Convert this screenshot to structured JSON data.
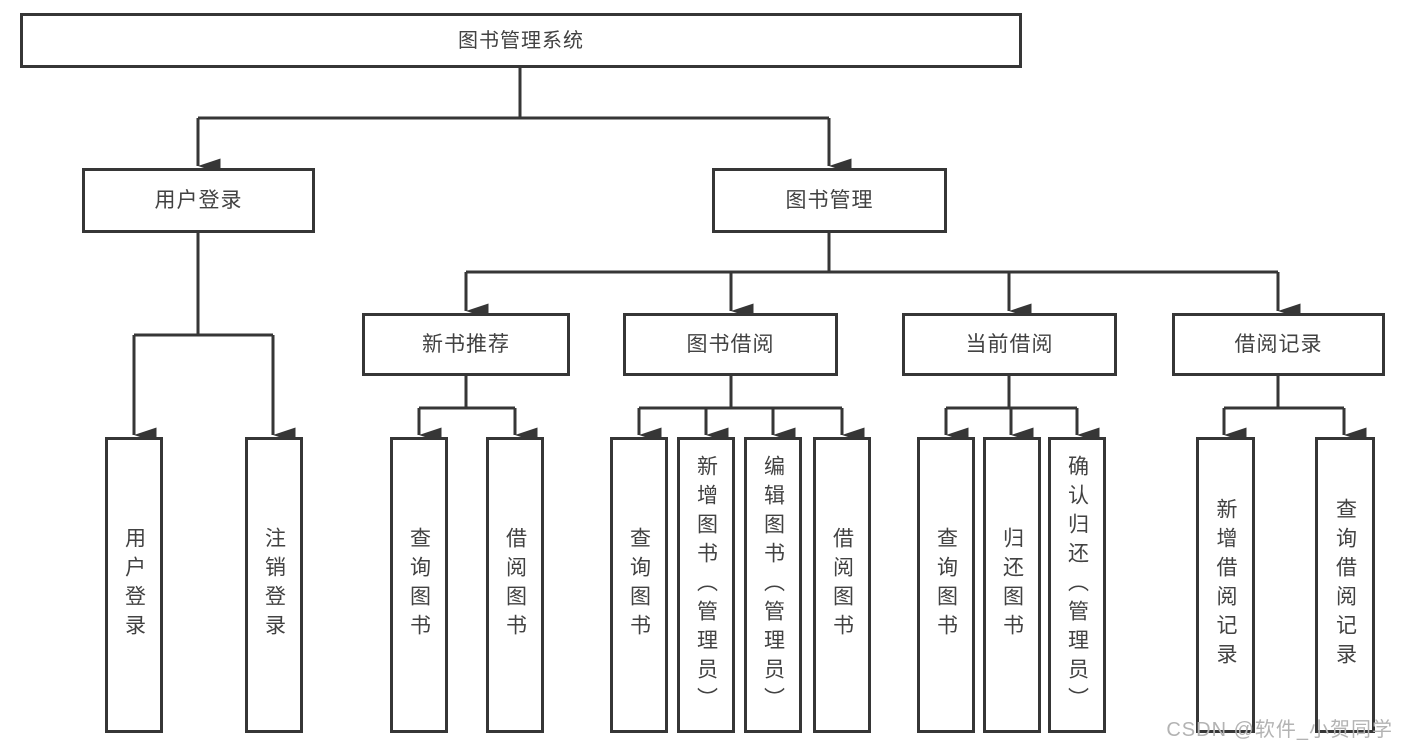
{
  "diagram": {
    "type": "hierarchy-tree",
    "title": "图书管理系统"
  },
  "nodes": {
    "root": "图书管理系统",
    "user_login": "用户登录",
    "book_management": "图书管理",
    "new_book_recommend": "新书推荐",
    "book_borrow": "图书借阅",
    "current_borrow": "当前借阅",
    "borrow_record": "借阅记录",
    "leaf_user_login": "用户登录",
    "leaf_logout": "注销登录",
    "nb_query_book": "查询图书",
    "nb_borrow_book": "借阅图书",
    "bb_query_book": "查询图书",
    "bb_add_book": "新增图书（管理员）",
    "bb_edit_book": "编辑图书（管理员）",
    "bb_borrow_book": "借阅图书",
    "cb_query_book": "查询图书",
    "cb_return_book": "归还图书",
    "cb_confirm_return": "确认归还（管理员）",
    "br_add_record": "新增借阅记录",
    "br_query_record": "查询借阅记录"
  },
  "edges": [
    [
      "root",
      "user_login"
    ],
    [
      "root",
      "book_management"
    ],
    [
      "user_login",
      "leaf_user_login"
    ],
    [
      "user_login",
      "leaf_logout"
    ],
    [
      "book_management",
      "new_book_recommend"
    ],
    [
      "book_management",
      "book_borrow"
    ],
    [
      "book_management",
      "current_borrow"
    ],
    [
      "book_management",
      "borrow_record"
    ],
    [
      "new_book_recommend",
      "nb_query_book"
    ],
    [
      "new_book_recommend",
      "nb_borrow_book"
    ],
    [
      "book_borrow",
      "bb_query_book"
    ],
    [
      "book_borrow",
      "bb_add_book"
    ],
    [
      "book_borrow",
      "bb_edit_book"
    ],
    [
      "book_borrow",
      "bb_borrow_book"
    ],
    [
      "current_borrow",
      "cb_query_book"
    ],
    [
      "current_borrow",
      "cb_return_book"
    ],
    [
      "current_borrow",
      "cb_confirm_return"
    ],
    [
      "borrow_record",
      "br_add_record"
    ],
    [
      "borrow_record",
      "br_query_record"
    ]
  ],
  "watermark": "CSDN @软件_小贺同学",
  "colors": {
    "line": "#363636",
    "box_border": "#363636",
    "text": "#424242",
    "background": "#ffffff",
    "watermark": "#b3b3b3"
  }
}
